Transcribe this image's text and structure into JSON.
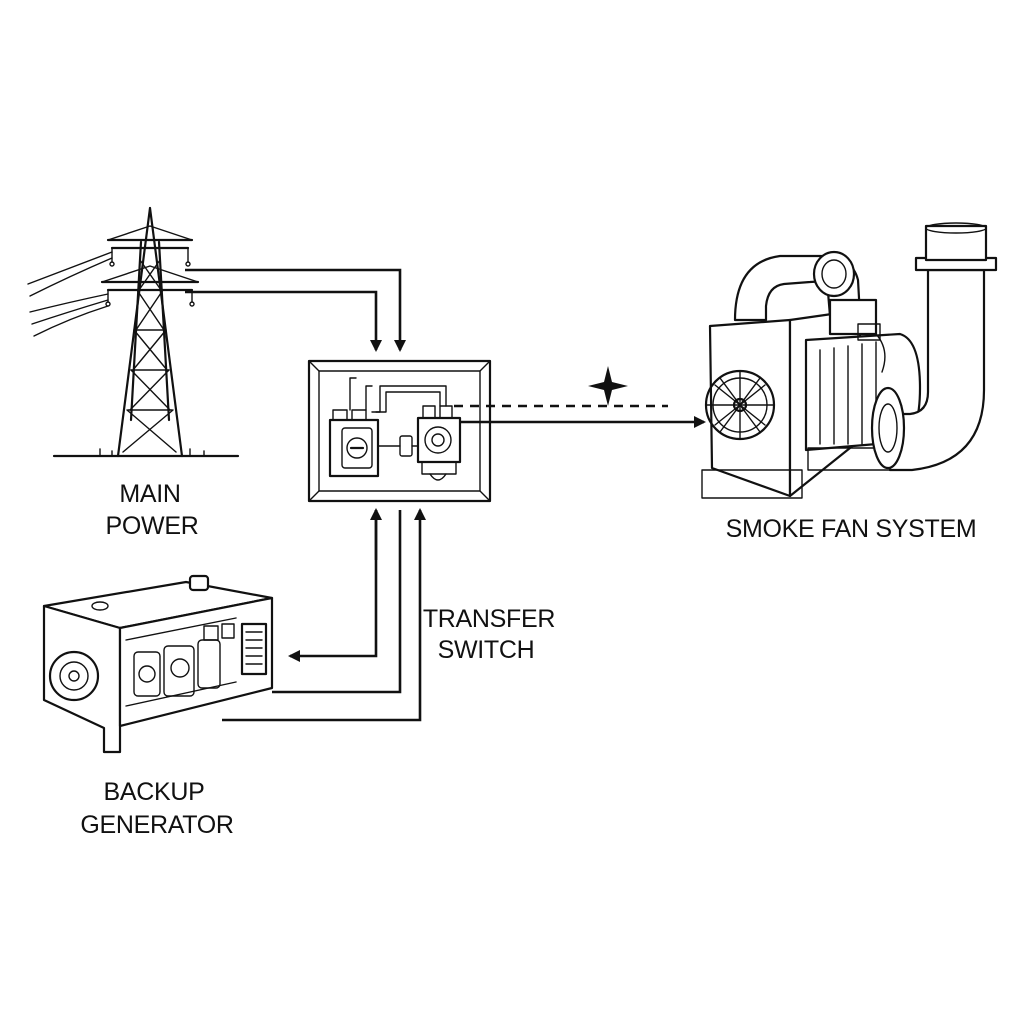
{
  "labels": {
    "main_power_line1": "MAIN",
    "main_power_line2": "POWER",
    "transfer_switch_line1": "TRANSFER",
    "transfer_switch_line2": "SWITCH",
    "backup_generator_line1": "BACKUP",
    "backup_generator_line2": "GENERATOR",
    "smoke_fan_system": "SMOKE FAN SYSTEM"
  },
  "colors": {
    "ink": "#111111",
    "background": "#ffffff"
  },
  "icons": {
    "power_source": "transmission-tower-icon",
    "switch": "transfer-switch-panel-icon",
    "generator": "generator-icon",
    "load": "smoke-fan-icon",
    "marker": "spark-icon"
  }
}
